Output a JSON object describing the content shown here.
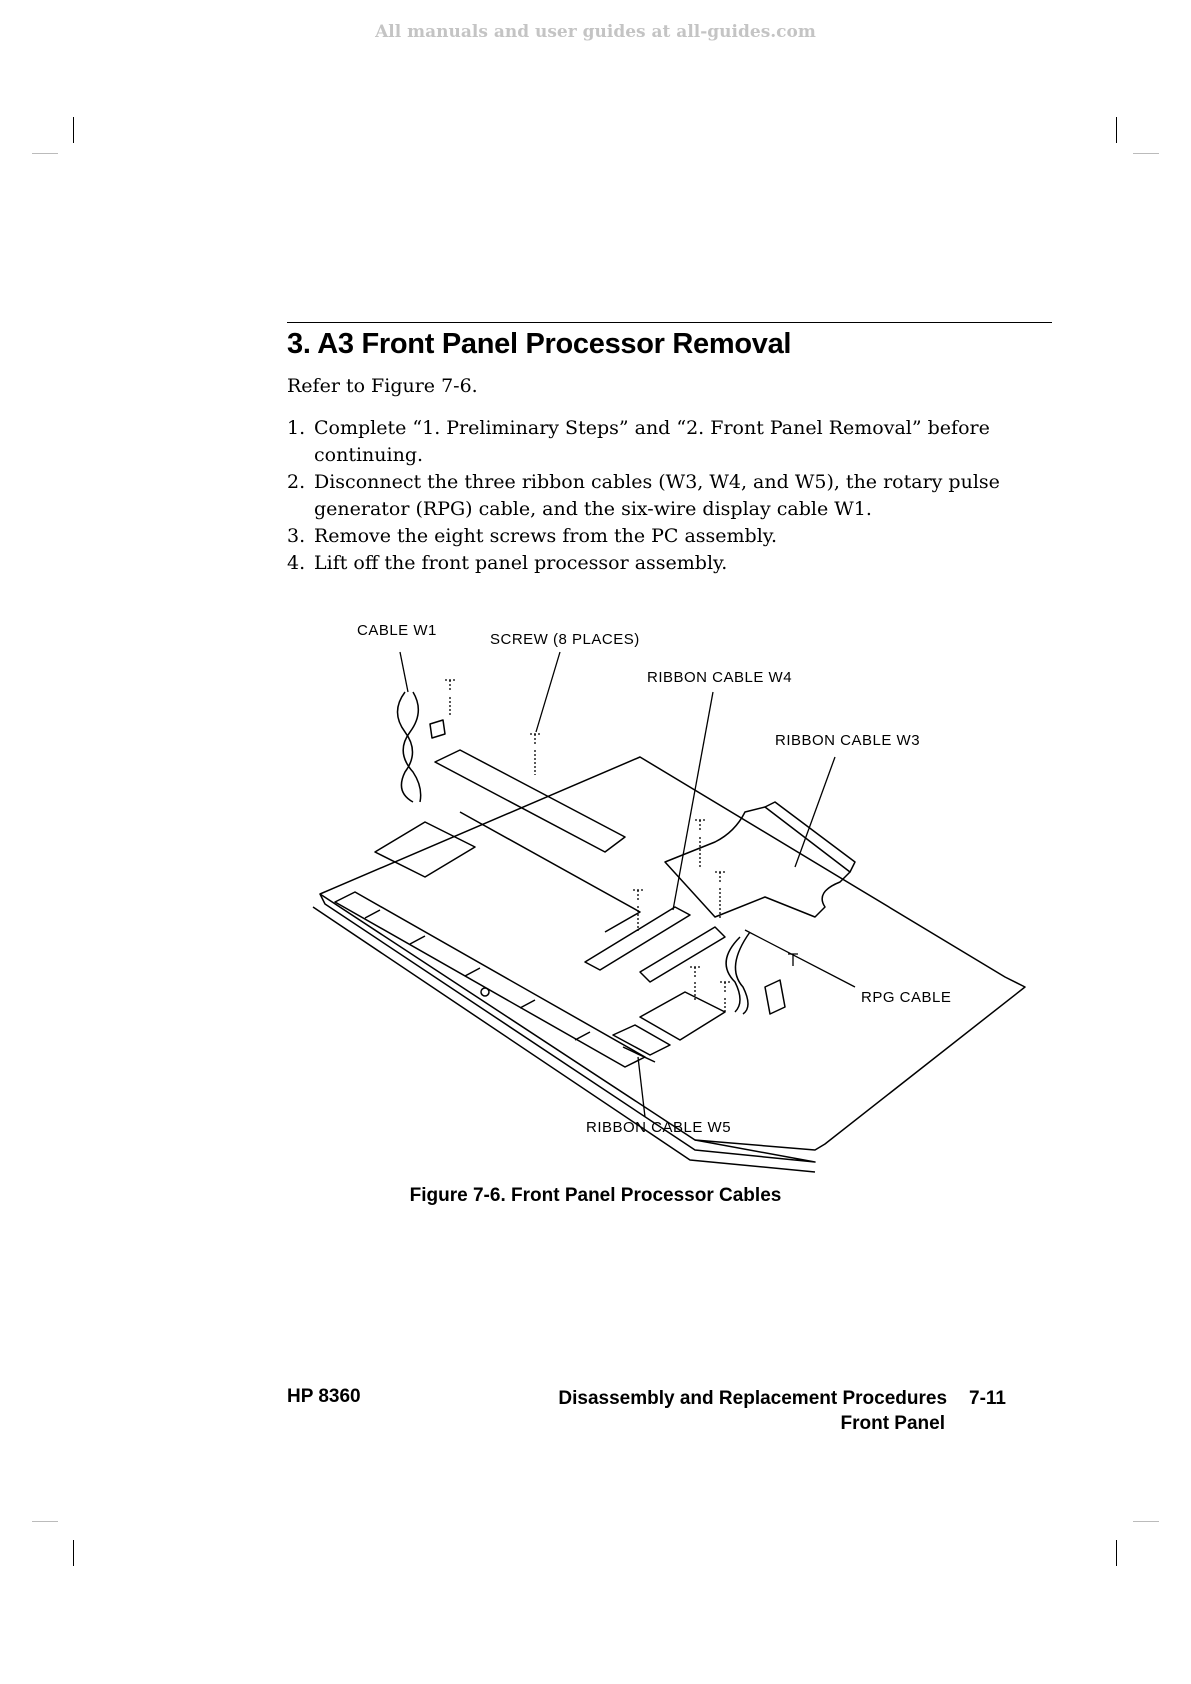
{
  "watermark": "All manuals and user guides at all-guides.com",
  "section": {
    "title": "3. A3 Front Panel Processor Removal",
    "intro": "Refer to Figure 7-6."
  },
  "steps": [
    {
      "num": "1.",
      "text": "Complete “1. Preliminary Steps” and “2. Front Panel Removal” before continuing."
    },
    {
      "num": "2.",
      "text": "Disconnect the three ribbon cables (W3, W4, and W5), the rotary pulse generator (RPG) cable, and the six-wire display cable W1."
    },
    {
      "num": "3.",
      "text": "Remove the eight screws from the PC assembly."
    },
    {
      "num": "4.",
      "text": "Lift off the front panel processor assembly."
    }
  ],
  "figure": {
    "labels": {
      "cable_w1": "CABLE W1",
      "screw": "SCREW (8 PLACES)",
      "ribbon_w4": "RIBBON CABLE W4",
      "ribbon_w3": "RIBBON CABLE W3",
      "rpg": "RPG CABLE",
      "ribbon_w5": "RIBBON CABLE W5"
    },
    "caption": "Figure 7-6. Front Panel Processor Cables"
  },
  "footer": {
    "model": "HP 8360",
    "section_title": "Disassembly and Replacement Procedures",
    "page": "7-11",
    "subsection": "Front Panel"
  }
}
